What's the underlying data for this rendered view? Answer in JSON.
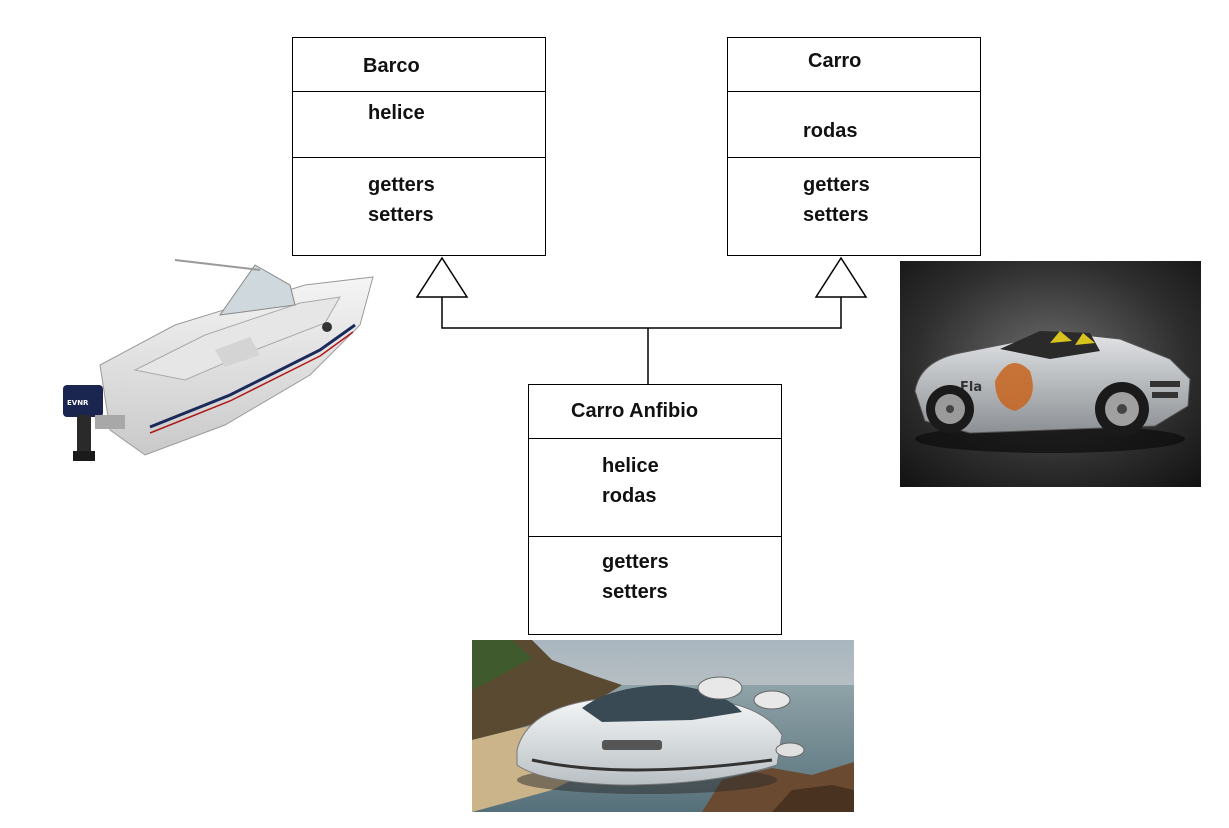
{
  "classes": {
    "barco": {
      "name": "Barco",
      "attributes": [
        "helice"
      ],
      "methods": [
        "getters",
        "setters"
      ]
    },
    "carro": {
      "name": "Carro",
      "attributes": [
        "rodas"
      ],
      "methods": [
        "getters",
        "setters"
      ]
    },
    "anfibio": {
      "name": "Carro Anfibio",
      "attributes": [
        "helice",
        "rodas"
      ],
      "methods": [
        "getters",
        "setters"
      ]
    }
  },
  "relations": [
    {
      "from": "Carro Anfibio",
      "to": "Barco",
      "type": "generalization"
    },
    {
      "from": "Carro Anfibio",
      "to": "Carro",
      "type": "generalization"
    }
  ],
  "images": {
    "boat": "boat-photo",
    "car": "sports-car-photo",
    "amphibious": "amphibious-vehicle-photo"
  }
}
